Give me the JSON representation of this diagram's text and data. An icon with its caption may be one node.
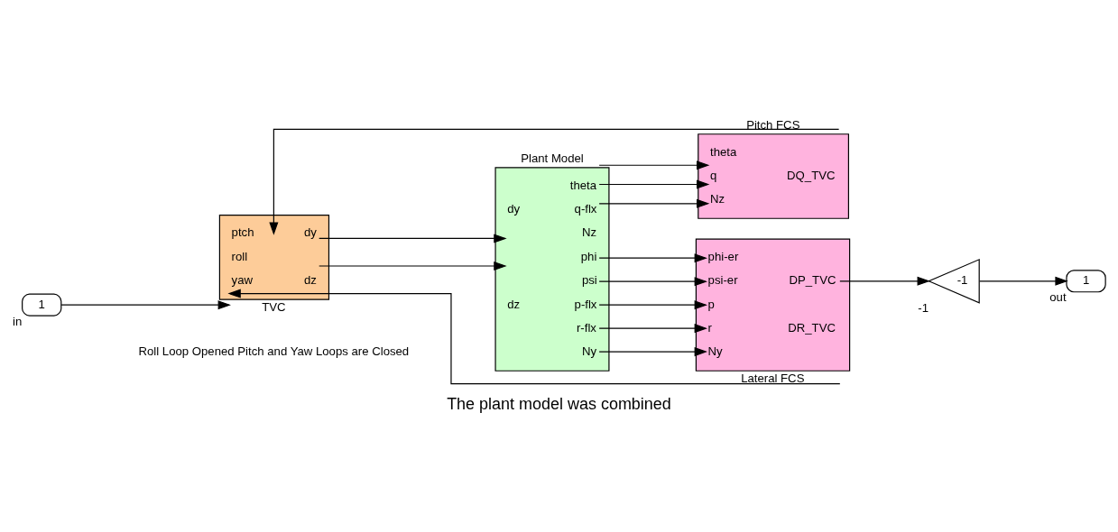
{
  "diagram": {
    "caption": "The plant model was combined",
    "nodes": [
      {
        "text": [
          "1"
        ],
        "beside": [
          "in"
        ]
      },
      {
        "text": [
          "TVC",
          "ptch",
          "roll",
          "yaw",
          "dy",
          "dz"
        ]
      },
      {
        "text": [
          "Plant Model",
          "dy",
          "dz",
          "theta",
          "q-flx",
          "Nz",
          "phi",
          "psi",
          "p-flx",
          "r-flx",
          "Ny"
        ]
      },
      {
        "text": [
          "Pitch FCS",
          "theta",
          "q",
          "Nz",
          "DQ_TVC"
        ]
      },
      {
        "text": [
          "Lateral FCS",
          "phi-er",
          "psi-er",
          "p",
          "r",
          "Ny",
          "DP_TVC",
          "DR_TVC"
        ]
      },
      {
        "text": [
          "-1"
        ],
        "beside": [
          "-1"
        ]
      },
      {
        "text": [
          "1"
        ],
        "beside": [
          "out"
        ]
      }
    ],
    "edges": [
      {
        "from": 0,
        "to": 1,
        "arrow": "to"
      },
      {
        "from": 1,
        "to": 2,
        "arrow": "to"
      },
      {
        "from": 1,
        "to": 2,
        "arrow": "to"
      },
      {
        "from": 2,
        "to": 3,
        "arrow": "to"
      },
      {
        "from": 2,
        "to": 3,
        "arrow": "to"
      },
      {
        "from": 2,
        "to": 3,
        "arrow": "to"
      },
      {
        "from": 2,
        "to": 4,
        "arrow": "to"
      },
      {
        "from": 2,
        "to": 4,
        "arrow": "to"
      },
      {
        "from": 2,
        "to": 4,
        "arrow": "to"
      },
      {
        "from": 2,
        "to": 4,
        "arrow": "to"
      },
      {
        "from": 2,
        "to": 4,
        "arrow": "to"
      },
      {
        "from": 3,
        "to": 1,
        "arrow": "to"
      },
      {
        "from": 4,
        "to": 5,
        "arrow": "to"
      },
      {
        "from": 5,
        "to": 6,
        "arrow": "to"
      },
      {
        "from": 4,
        "to": 1,
        "arrow": "to"
      }
    ],
    "labels": [
      "Roll Loop Opened Pitch and Yaw Loops are Closed"
    ]
  }
}
